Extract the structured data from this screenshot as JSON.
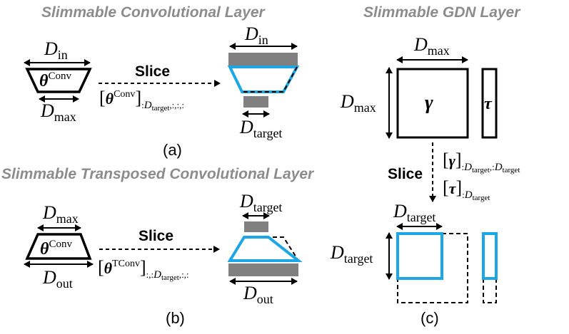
{
  "titles": {
    "conv": "Slimmable Convolutional Layer",
    "gdn": "Slimmable GDN Layer",
    "tconv": "Slimmable Transposed Convolutional Layer"
  },
  "labels": {
    "D": "D",
    "in": "in",
    "max": "max",
    "target": "target",
    "out": "out",
    "slice": "Slice",
    "theta": "θ",
    "conv_sup": "Conv",
    "tconv_sup": "TConv",
    "gamma": "γ",
    "tau": "τ"
  },
  "expressions": {
    "a_lead": ":",
    "a_tail": ",:,:,:",
    "b_lead": ":,:",
    "b_tail": ",:,:",
    "c_gamma_mid": ",:",
    "c_lead": ":"
  },
  "captions": {
    "a": "(a)",
    "b": "(b)",
    "c": "(c)"
  },
  "colors": {
    "title_gray": "#8c8c8c",
    "slice_blue": "#1ca6e6",
    "block_gray": "#808080"
  }
}
